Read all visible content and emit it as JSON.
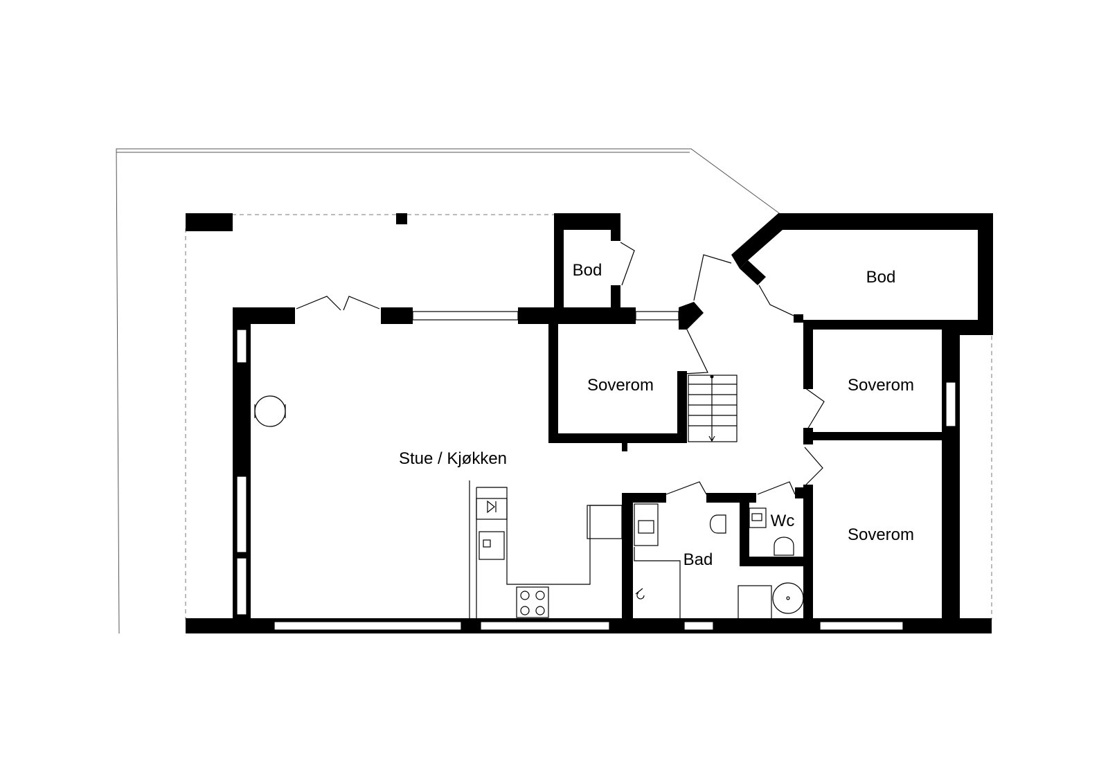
{
  "rooms": {
    "living_kitchen": "Stue / Kjøkken",
    "storage_top_left": "Bod",
    "storage_top_right": "Bod",
    "bedroom_center": "Soverom",
    "bedroom_right_upper": "Soverom",
    "bedroom_right_lower": "Soverom",
    "bathroom": "Bad",
    "toilet": "Wc"
  },
  "colors": {
    "wall": "#000000",
    "background": "#ffffff",
    "line": "#000000"
  }
}
